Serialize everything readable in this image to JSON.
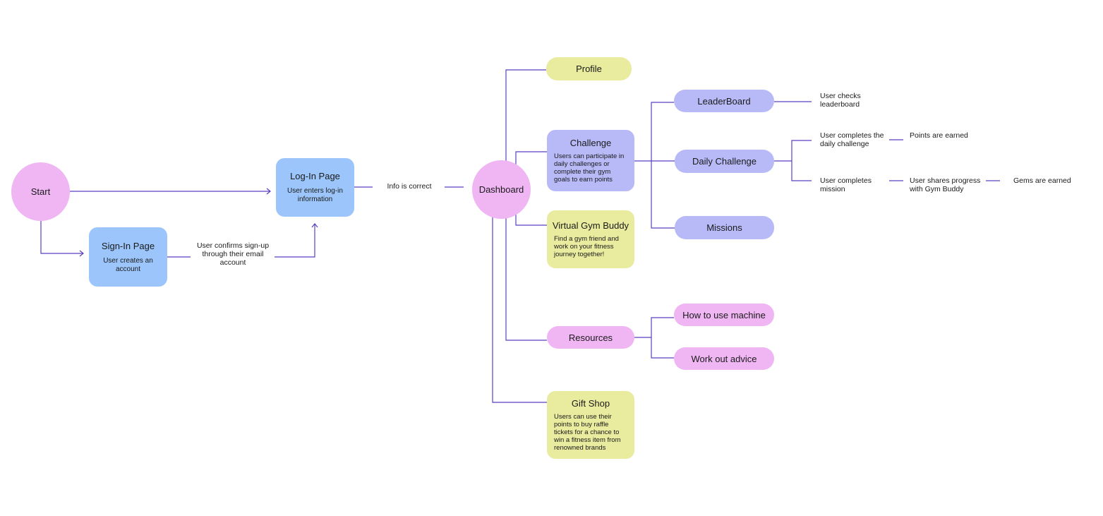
{
  "start": "Start",
  "login": {
    "title": "Log-In Page",
    "desc": "User enters log-in information"
  },
  "signin": {
    "title": "Sign-In Page",
    "desc": "User creates an account"
  },
  "labels": {
    "confirm_signup": "User confirms sign-up through their email account",
    "info_correct": "Info is correct",
    "checks_leaderboard": "User checks leaderboard",
    "completes_daily": "User completes the daily challenge",
    "points_earned": "Points are earned",
    "completes_mission": "User completes mission",
    "shares_progress": "User shares progress with Gym Buddy",
    "gems_earned": "Gems are earned"
  },
  "dashboard": "Dashboard",
  "profile": "Profile",
  "challenge": {
    "title": "Challenge",
    "desc": "Users can participate in daily challenges or complete their gym goals to earn points"
  },
  "gym_buddy": {
    "title": "Virtual Gym Buddy",
    "desc": "Find a gym friend and work on your fitness journey together!"
  },
  "resources": "Resources",
  "gift_shop": {
    "title": "Gift Shop",
    "desc": "Users can use their points to buy raffle tickets for a chance to win a fitness item from renowned brands"
  },
  "leaderboard": "LeaderBoard",
  "daily_challenge": "Daily Challenge",
  "missions": "Missions",
  "how_to_use": "How to use machine",
  "workout_advice": "Work out advice",
  "colors": {
    "line": "#5a3fc0",
    "blue": "#9cc6fb",
    "pink": "#f0b6f3",
    "yellow": "#e9eb9f",
    "lavender": "#b8baf8"
  }
}
